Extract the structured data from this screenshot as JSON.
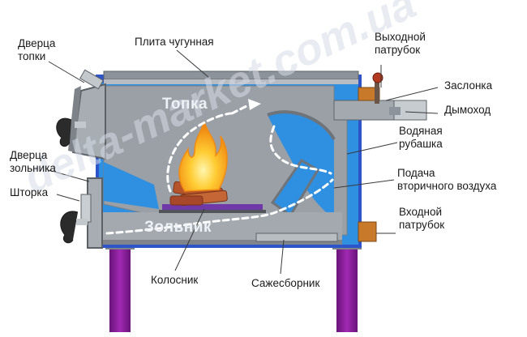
{
  "labels": {
    "firebox_door": "Дверца\nтопки",
    "cast_iron_plate": "Плита чугунная",
    "outlet_pipe": "Выходной\nпатрубок",
    "damper": "Заслонка",
    "chimney": "Дымоход",
    "water_jacket": "Водяная\nрубашка",
    "ash_door": "Дверца\nзольника",
    "shutter": "Шторка",
    "secondary_air": "Подача\nвторичного воздуха",
    "inlet_pipe": "Входной\nпатрубок",
    "grate": "Колосник",
    "soot_collector": "Сажесборник"
  },
  "inner_labels": {
    "firebox": "Топка",
    "ashpit": "Зольник"
  },
  "watermark": "delta-market.com.ua",
  "colors": {
    "body_outline": "#2d54c8",
    "water_jacket": "#2f8fe0",
    "steel": "#9aa0a6",
    "steel_dark": "#6e747a",
    "legs": "#8b1a9a",
    "flame": "#f7a21a",
    "firewood": "#b5542a",
    "brass": "#c87a2a"
  }
}
